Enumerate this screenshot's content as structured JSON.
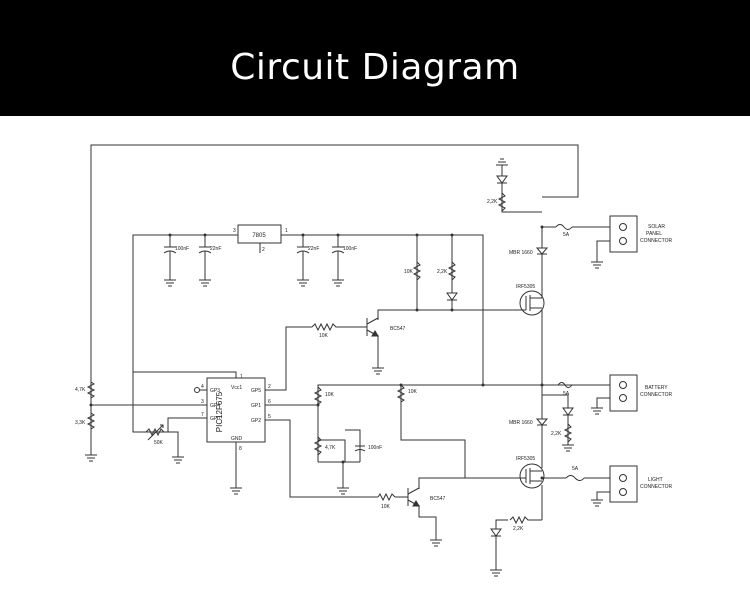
{
  "header": {
    "title": "Circuit Diagram"
  },
  "colors": {
    "banner": "#000000",
    "title": "#ffffff",
    "wire": "#333333",
    "ground": "#333333"
  },
  "components": {
    "regulator": {
      "label": "7805",
      "pin_in": "3",
      "pin_out": "1",
      "pin_gnd": "2"
    },
    "cap_in_100": "100nF",
    "cap_in_22": "22nF",
    "cap_out_22": "22nF",
    "cap_out_100": "100nF",
    "mcu": {
      "label": "PIC12F675",
      "vcc": "Vcc1",
      "gnd": "GND",
      "gp3": "GP3",
      "gp4": "GP4",
      "gp0": "GP0",
      "gp5": "GP5",
      "gp1": "GP1",
      "gp2": "GP2",
      "pin1": "1",
      "pin4": "4",
      "pin3": "3",
      "pin7": "7",
      "pin2": "2",
      "pin6": "6",
      "pin5": "5",
      "pin8": "8"
    },
    "r_div_top": "4,7K",
    "r_div_bot": "3,3K",
    "pot": "50K",
    "r_q1_base": "10K",
    "q1": "BC547",
    "r_q2_base": "10K",
    "q2": "BC547",
    "r_gp1": "10K",
    "r_gp1_gnd": "4,7K",
    "cap_gp1": "100nF",
    "r_bat_sense": "10K",
    "r_gate_top": "10K",
    "r_led_top": "2,2K",
    "r_solar_led": "2,2K",
    "r_batt_led": "2,2K",
    "r_light_led": "2,2K",
    "mosfet_top": "IRF5305",
    "mosfet_bottom": "IRF5305",
    "diode_top": "MBR 1660",
    "diode_bottom": "MBR 1660",
    "fuse_solar": "5A",
    "fuse_batt": "5A",
    "fuse_light": "5A"
  },
  "connectors": {
    "solar": [
      "SOLAR",
      "PANEL",
      "CONNECTOR"
    ],
    "battery": [
      "BATTERY",
      "CONNECTOR"
    ],
    "light": [
      "LIGHT",
      "CONNECTOR"
    ]
  }
}
